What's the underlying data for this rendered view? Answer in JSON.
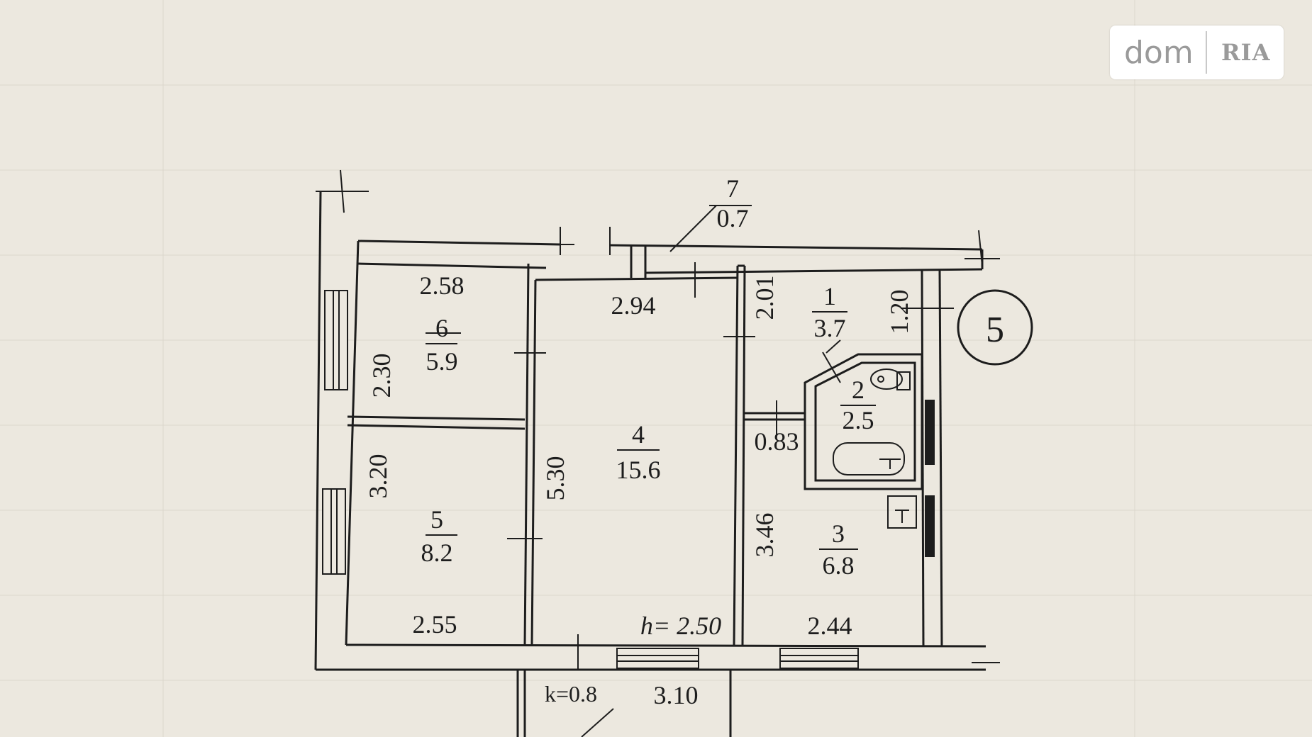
{
  "watermark": {
    "left": "dom",
    "right": "RIA"
  },
  "plan": {
    "section_number": "5",
    "ceiling_height": "h= 2.50",
    "balcony_coefficient": "k=0.8",
    "rooms": [
      {
        "number": "1",
        "area": "3.7"
      },
      {
        "number": "2",
        "area": "2.5"
      },
      {
        "number": "3",
        "area": "6.8"
      },
      {
        "number": "4",
        "area": "15.6"
      },
      {
        "number": "5",
        "area": "8.2"
      },
      {
        "number": "6",
        "area": "5.9"
      },
      {
        "number": "7",
        "area": "0.7"
      }
    ],
    "dimensions": {
      "room6_width": "2.58",
      "room6_depth": "2.30",
      "room5_depth": "3.20",
      "room5_width": "2.55",
      "room4_width": "2.94",
      "room4_depth": "5.30",
      "hall_top": "2.01",
      "hall_mid": "0.83",
      "hall_bottom": "3.46",
      "hall_width": "2.44",
      "bath_depth": "1.20",
      "balcony_width": "3.10"
    }
  }
}
